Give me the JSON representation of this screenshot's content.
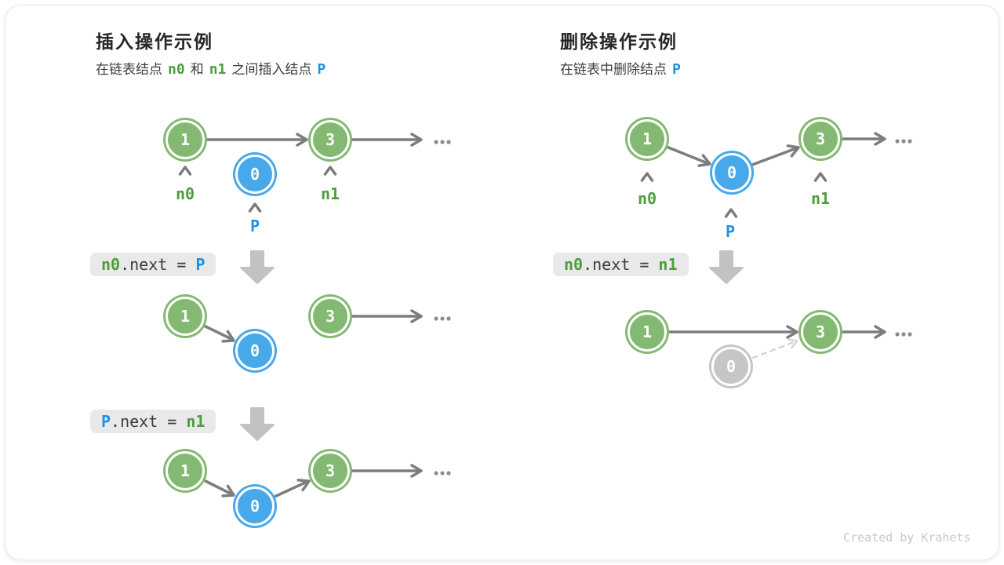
{
  "insert": {
    "title": "插入操作示例",
    "subtitle": [
      {
        "text": "在链表结点",
        "style": "plain"
      },
      {
        "text": "n0",
        "style": "green"
      },
      {
        "text": "和",
        "style": "plain"
      },
      {
        "text": "n1",
        "style": "green"
      },
      {
        "text": "之间插入结点",
        "style": "plain"
      },
      {
        "text": "P",
        "style": "blue"
      }
    ],
    "code1": [
      {
        "text": "n0",
        "style": "green"
      },
      {
        "text": ".next = ",
        "style": "plain"
      },
      {
        "text": "P",
        "style": "blue"
      }
    ],
    "code2": [
      {
        "text": "P",
        "style": "blue"
      },
      {
        "text": ".next = ",
        "style": "plain"
      },
      {
        "text": "n1",
        "style": "green"
      }
    ],
    "d1": {
      "first": "1",
      "middle": "0",
      "last": "3",
      "label_n0": "n0",
      "label_p": "P",
      "label_n1": "n1",
      "ellipsis": "..."
    },
    "d2": {
      "first": "1",
      "middle": "0",
      "last": "3",
      "ellipsis": "..."
    },
    "d3": {
      "first": "1",
      "middle": "0",
      "last": "3",
      "ellipsis": "..."
    }
  },
  "delete": {
    "title": "删除操作示例",
    "subtitle": [
      {
        "text": "在链表中删除结点",
        "style": "plain"
      },
      {
        "text": "P",
        "style": "blue"
      }
    ],
    "code1": [
      {
        "text": "n0",
        "style": "green"
      },
      {
        "text": ".next = ",
        "style": "plain"
      },
      {
        "text": "n1",
        "style": "green"
      }
    ],
    "d1": {
      "first": "1",
      "middle": "0",
      "last": "3",
      "label_n0": "n0",
      "label_p": "P",
      "label_n1": "n1",
      "ellipsis": "..."
    },
    "d2": {
      "first": "1",
      "last": "3",
      "removed": "0",
      "ellipsis": "..."
    }
  },
  "footer": {
    "credit": "Created by Krahets"
  },
  "colors": {
    "node_green": "#84B973",
    "node_blue": "#47A8EA",
    "node_gray": "#C6C6C6",
    "label_green": "#4E9D3C",
    "label_blue": "#1E90E8",
    "arrow_gray": "#7D7D7D",
    "dashed_gray": "#D4D4D4",
    "code_box_bg": "#E9E9E9",
    "block_arrow": "#C2C2C2",
    "title_text": "#262626",
    "footer_text": "#C8C8C8"
  },
  "icons": {
    "caret_up": "^",
    "down_block_arrow": "⬇",
    "ellipsis_dots": "..."
  }
}
